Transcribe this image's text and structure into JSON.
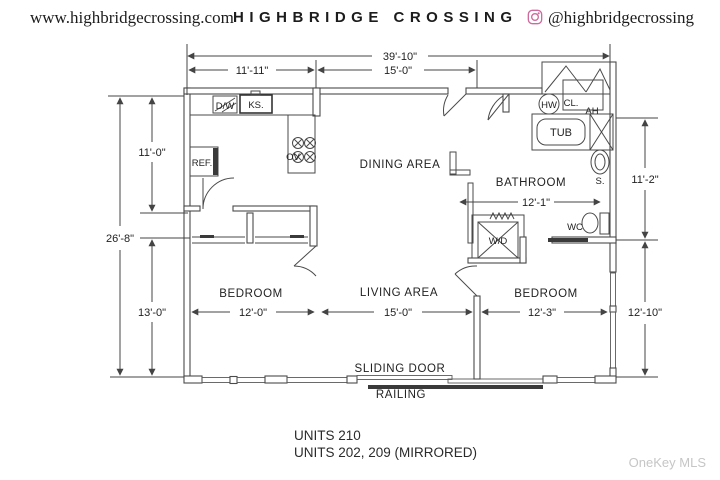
{
  "header": {
    "website": "www.highbridgecrossing.com",
    "brand": "HIGHBRIDGE CROSSING",
    "handle": "@highbridgecrossing"
  },
  "plan": {
    "labels": {
      "dining": "DINING AREA",
      "bathroom": "BATHROOM",
      "bedroom_left": "BEDROOM",
      "living": "LIVING AREA",
      "bedroom_right": "BEDROOM",
      "sliding_door": "SLIDING DOOR",
      "railing": "RAILING"
    },
    "fixtures": {
      "dw": "D/W",
      "ks": "KS.",
      "ov": "OV",
      "ref": "REF.",
      "hw": "HW",
      "cl": "CL.",
      "ah": "AH",
      "tub": "TUB",
      "sink": "S.",
      "wc": "WC",
      "wd": "W/D"
    },
    "dims": {
      "overall_w": "39'-10\"",
      "kitchen_w": "11'-11\"",
      "dining_w": "15'-0\"",
      "upper_left_h": "11'-0\"",
      "overall_h": "26'-8\"",
      "lower_left_h": "13'-0\"",
      "bath_w": "12'-1\"",
      "upper_right_h": "11'-2\"",
      "bed_left_w": "12'-0\"",
      "living_w": "15'-0\"",
      "bed_right_w": "12'-3\"",
      "lower_right_h": "12'-10\""
    }
  },
  "caption": {
    "line1": "UNITS 210",
    "line2": "UNITS 202, 209 (MIRRORED)"
  },
  "watermark": "OneKey MLS",
  "colors": {
    "line": "#4a4a4a",
    "instagram": "#cf6a9e",
    "watermark": "#c6c6c6"
  }
}
